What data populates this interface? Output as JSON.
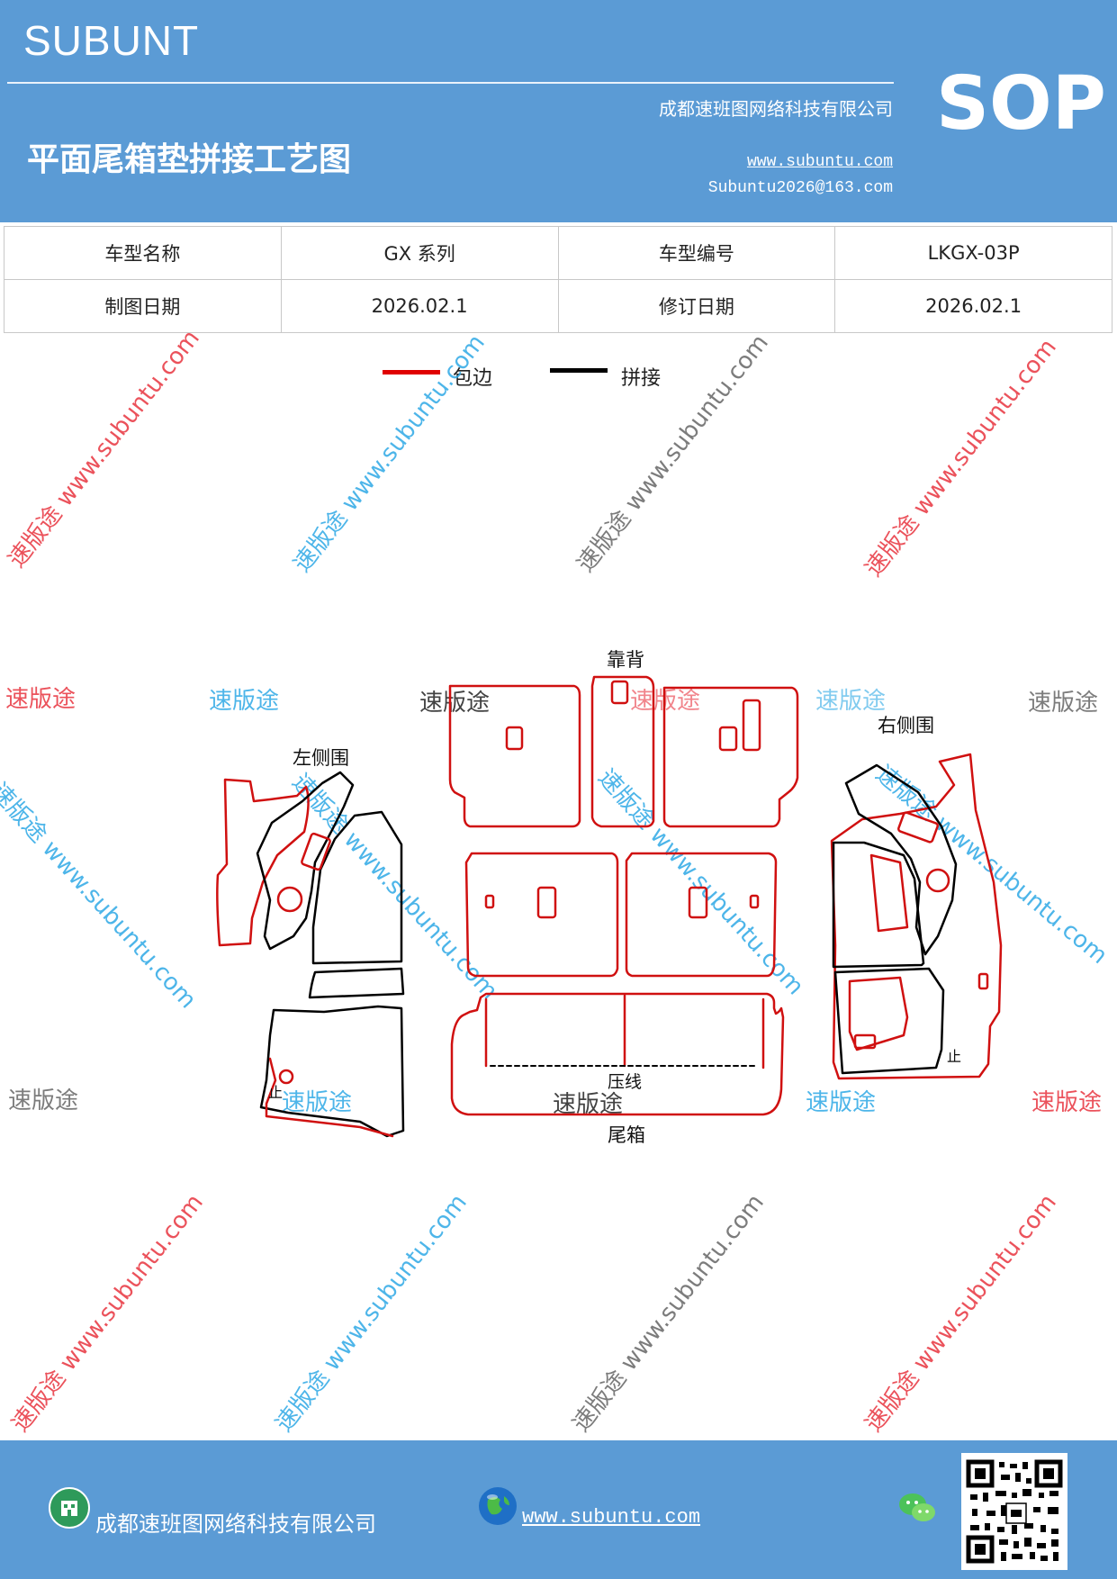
{
  "header": {
    "brand": "SUBUNT",
    "title": "平面尾箱垫拼接工艺图",
    "company": "成都速班图网络科技有限公司",
    "website": "www.subuntu.com",
    "email": "Subuntu2026@163.com",
    "badge": "SOP"
  },
  "info": {
    "row1": [
      "车型名称",
      "GX 系列",
      "车型编号",
      "LKGX-03P"
    ],
    "row2": [
      "制图日期",
      "2026.02.1",
      "修订日期",
      "2026.02.1"
    ]
  },
  "legend": {
    "items": [
      {
        "label": "包边",
        "color": "#e00000"
      },
      {
        "label": "拼接",
        "color": "#000000"
      }
    ]
  },
  "diagram": {
    "labels": {
      "backrest": "靠背",
      "left_side": "左侧围",
      "right_side": "右侧围",
      "press_line": "压线",
      "trunk": "尾箱",
      "stop_left": "止",
      "stop_right": "止"
    },
    "colors": {
      "edge": "#d01010",
      "seam": "#000000"
    }
  },
  "watermarks": {
    "text": "速版途",
    "diag_text": "速版途 www.subuntu.com",
    "colors": {
      "red": "#e8343f",
      "blue": "#2fa9e6",
      "grey": "#666666"
    }
  },
  "footer": {
    "company": "成都速班图网络科技有限公司",
    "website": "www.subuntu.com"
  }
}
